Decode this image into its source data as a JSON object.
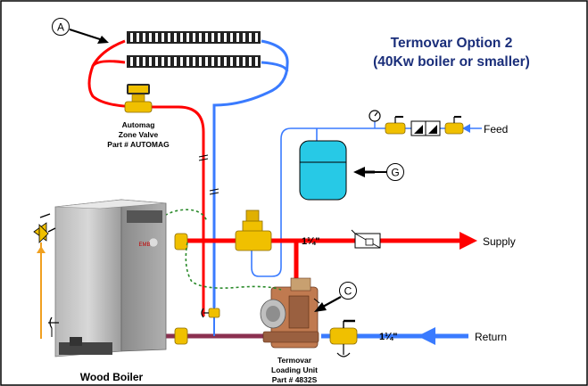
{
  "title": {
    "line1": "Termovar Option 2",
    "line2": "(40Kw boiler or smaller)"
  },
  "callouts": {
    "a": "A",
    "g": "G",
    "c": "C"
  },
  "zone_valve": {
    "line1": "Automag",
    "line2": "Zone Valve",
    "line3": "Part # AUTOMAG"
  },
  "pipe_labels": {
    "feed": "Feed",
    "supply": "Supply",
    "return": "Return",
    "supply_size": "1¼\"",
    "return_size": "1¼\""
  },
  "loading_unit": {
    "line1": "Termovar",
    "line2": "Loading Unit",
    "line3": "Part # 4832S"
  },
  "boiler": {
    "label": "Wood Boiler",
    "badge": "EMB"
  },
  "colors": {
    "hot": "#ff0000",
    "cold": "#3a7bff",
    "return_pipe": "#8b3050",
    "tank": "#27c9e6",
    "valve": "#f0c000",
    "dashed": "#2a8a2a",
    "orange": "#f0a020"
  }
}
